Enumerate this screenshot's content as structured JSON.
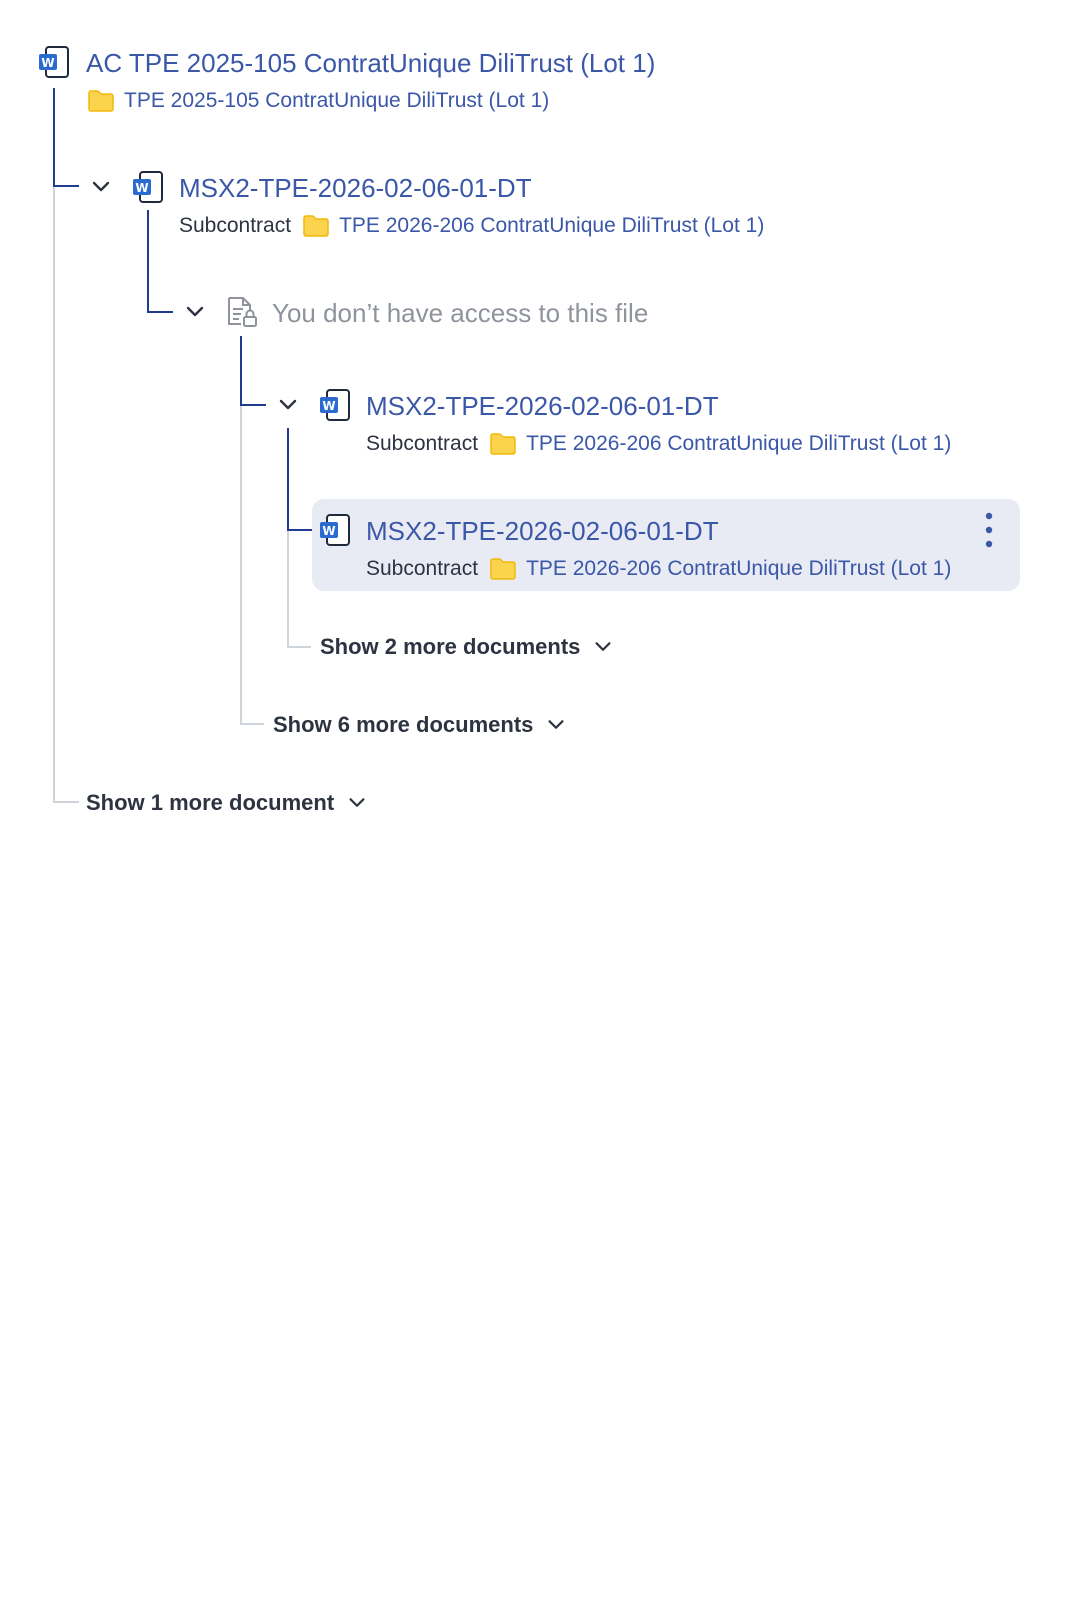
{
  "root": {
    "title": "AC TPE 2025-105 ContratUnique DiliTrust (Lot 1)",
    "folder": "TPE 2025-105 ContratUnique DiliTrust (Lot 1)"
  },
  "child1": {
    "title": "MSX2-TPE-2026-02-06-01-DT",
    "type": "Subcontract",
    "folder": "TPE 2026-206 ContratUnique DiliTrust (Lot 1)"
  },
  "locked": {
    "text": "You don’t have access to this file"
  },
  "child2": {
    "title": "MSX2-TPE-2026-02-06-01-DT",
    "type": "Subcontract",
    "folder": "TPE 2026-206 ContratUnique DiliTrust (Lot 1)"
  },
  "child3": {
    "title": "MSX2-TPE-2026-02-06-01-DT",
    "type": "Subcontract",
    "folder": "TPE 2026-206 ContratUnique DiliTrust (Lot 1)"
  },
  "show_more": {
    "level3": "Show 2 more documents",
    "level2": "Show 6 more documents",
    "level1": "Show 1 more document"
  },
  "colors": {
    "link": "#3b57a8",
    "tree_line_active": "#1f3c8f",
    "tree_line_inactive": "#cfd3da",
    "highlight_bg": "#e8eaf4",
    "word_blue": "#2b6bd0",
    "folder_yellow": "#fcd34d"
  },
  "icons": [
    "word-document-icon",
    "folder-icon",
    "chevron-down-icon",
    "locked-document-icon",
    "more-vertical-icon"
  ]
}
